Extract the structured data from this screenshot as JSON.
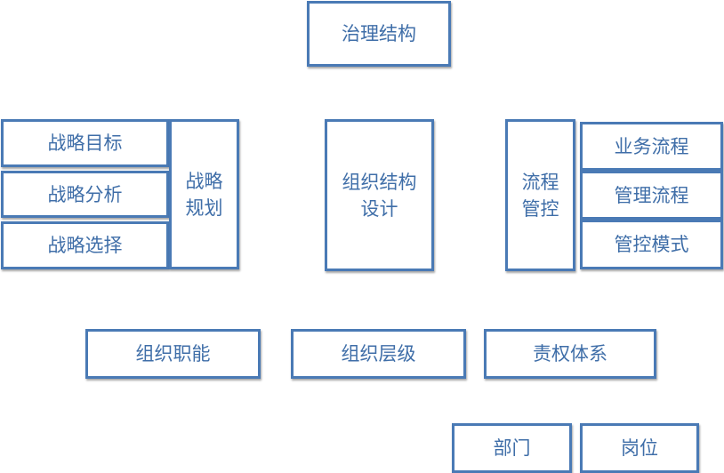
{
  "nodes": {
    "governance": "治理结构",
    "strategy_goal": "战略目标",
    "strategy_analysis": "战略分析",
    "strategy_choice": "战略选择",
    "strategy_planning": "战略规划",
    "org_design": "组织结构设计",
    "process_control": "流程管控",
    "business_process": "业务流程",
    "management_process": "管理流程",
    "control_mode": "管控模式",
    "org_function": "组织职能",
    "org_level": "组织层级",
    "authority_system": "责权体系",
    "department": "部门",
    "position": "岗位"
  }
}
